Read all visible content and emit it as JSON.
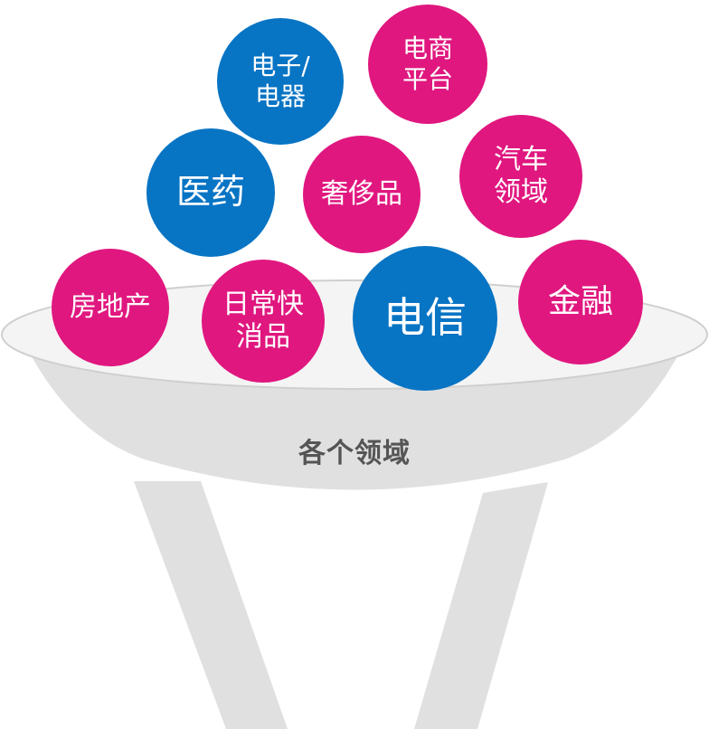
{
  "funnel": {
    "title": "各个领域",
    "body_color": "#e0e0e0",
    "rim_color": "#f4f4f4",
    "rim_stroke": "#cfcfcf"
  },
  "colors": {
    "blue": "#0874c4",
    "pink": "#e0177f"
  },
  "bubbles": {
    "electronics": {
      "label": "电子/\n电器",
      "color": "#0874c4"
    },
    "ecommerce": {
      "label": "电商\n平台",
      "color": "#e0177f"
    },
    "medical": {
      "label": "医药",
      "color": "#0874c4"
    },
    "luxury": {
      "label": "奢侈品",
      "color": "#e0177f"
    },
    "auto": {
      "label": "汽车\n领域",
      "color": "#e0177f"
    },
    "realestate": {
      "label": "房地产",
      "color": "#e0177f"
    },
    "fmcg": {
      "label": "日常快\n消品",
      "color": "#e0177f"
    },
    "telecom": {
      "label": "电信",
      "color": "#0874c4"
    },
    "finance": {
      "label": "金融",
      "color": "#e0177f"
    }
  }
}
